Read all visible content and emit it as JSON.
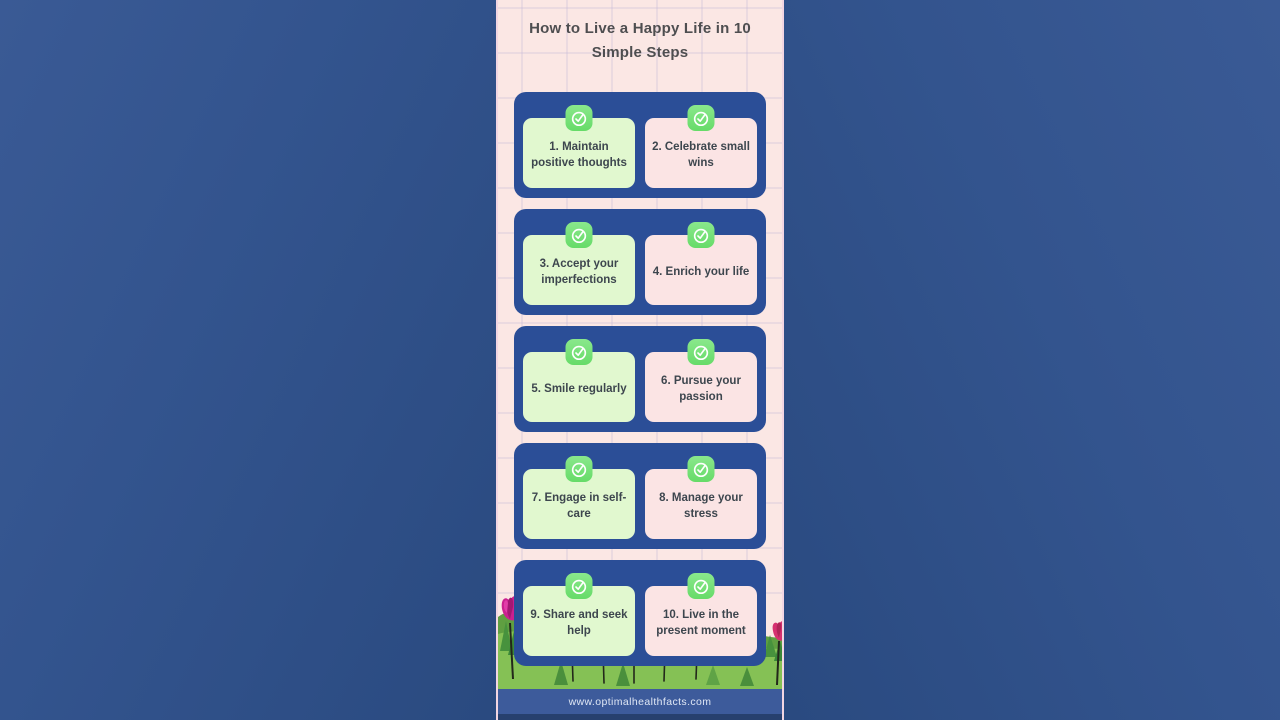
{
  "title": {
    "line1": "How to Live a Happy Life in 10",
    "line2": "Simple Steps"
  },
  "steps": [
    {
      "label": "1. Maintain positive thoughts",
      "tone": "green"
    },
    {
      "label": "2. Celebrate small wins",
      "tone": "pink"
    },
    {
      "label": "3. Accept your imperfections",
      "tone": "green"
    },
    {
      "label": "4. Enrich your life",
      "tone": "pink"
    },
    {
      "label": "5. Smile regularly",
      "tone": "green"
    },
    {
      "label": "6. Pursue your passion",
      "tone": "pink"
    },
    {
      "label": "7. Engage in self-care",
      "tone": "green"
    },
    {
      "label": "8. Manage your stress",
      "tone": "pink"
    },
    {
      "label": "9. Share and seek help",
      "tone": "green"
    },
    {
      "label": "10. Live in the present moment",
      "tone": "pink"
    }
  ],
  "icons": {
    "card_badge": "check-icon"
  },
  "footer": {
    "url": "www.optimalhealthfacts.com"
  },
  "colors": {
    "background_blue": "#33548e",
    "panel_pink": "#fbe7e4",
    "block_blue": "#2b4e97",
    "card_green": "#e1f8cf",
    "card_pink": "#fbe4e4",
    "badge_green": "#72df74",
    "text_dark": "#3d464e",
    "title_text": "#4e4e50",
    "footer_bar": "#3d5b9b",
    "footer_text": "#dfe7f5",
    "grass_green": "#7cb94e",
    "flower_magenta": "#cb2090"
  }
}
